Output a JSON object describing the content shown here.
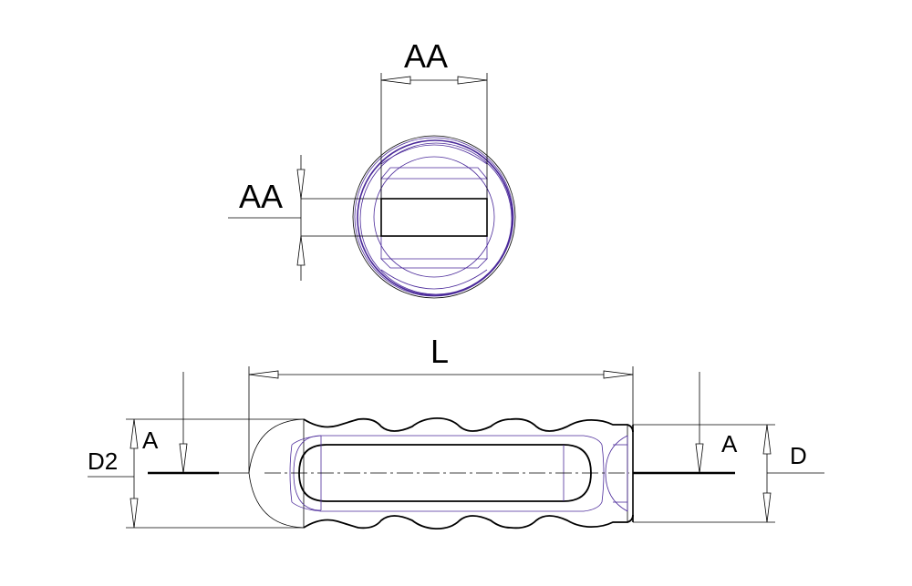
{
  "labels": {
    "top_width": "AA",
    "top_height": "AA",
    "length": "L",
    "section_left": "A",
    "section_right": "A",
    "dia_left": "D2",
    "dia_right": "D"
  },
  "colors": {
    "outline": "#000000",
    "hidden_lines": "#4b2a9a",
    "background": "#ffffff"
  }
}
